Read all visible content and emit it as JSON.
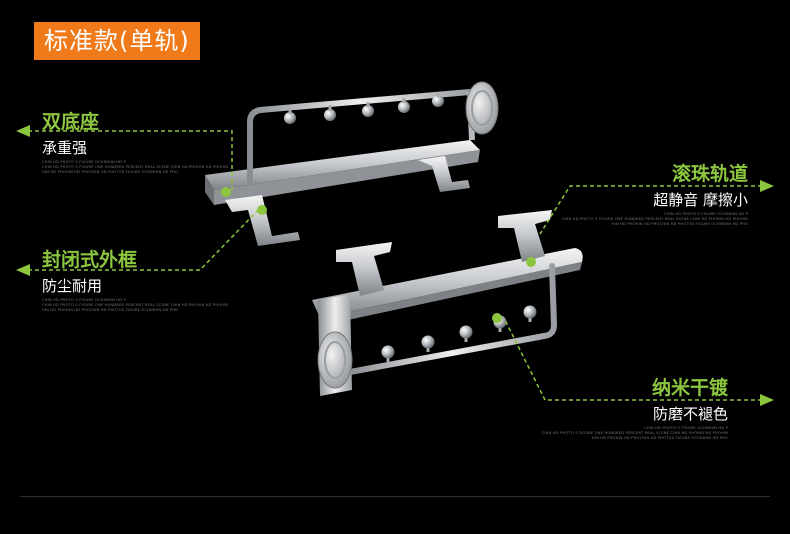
{
  "title": "标准款(单轨)",
  "fine_print": [
    "CHIN HD PHOTO S FIGURE OCHINHIN HD P",
    "CHIN HD PHOTO S FIGURE ONE HUNDRED PERCENT REAL SCENE CHIN HD PHOHIN HD PHOHIN",
    "HIN HD PHOHIN HD PHOCHIN HD PHOTOS FIGURE OCHINHIN HD PHO"
  ],
  "features": [
    {
      "id": "dual-base",
      "heading": "双底座",
      "subtext": "承重强"
    },
    {
      "id": "sealed-frame",
      "heading": "封闭式外框",
      "subtext": "防尘耐用"
    },
    {
      "id": "ball-rail",
      "heading": "滚珠轨道",
      "subtext": "超静音 摩擦小"
    },
    {
      "id": "nano-plating",
      "heading": "纳米干镀",
      "subtext": "防磨不褪色"
    }
  ],
  "colors": {
    "background": "#000000",
    "accent_orange": "#f07a1a",
    "accent_green": "#8cc63f",
    "text_white": "#ffffff"
  },
  "icons": [
    "arrow-left-icon",
    "arrow-right-icon",
    "callout-dot-icon"
  ]
}
